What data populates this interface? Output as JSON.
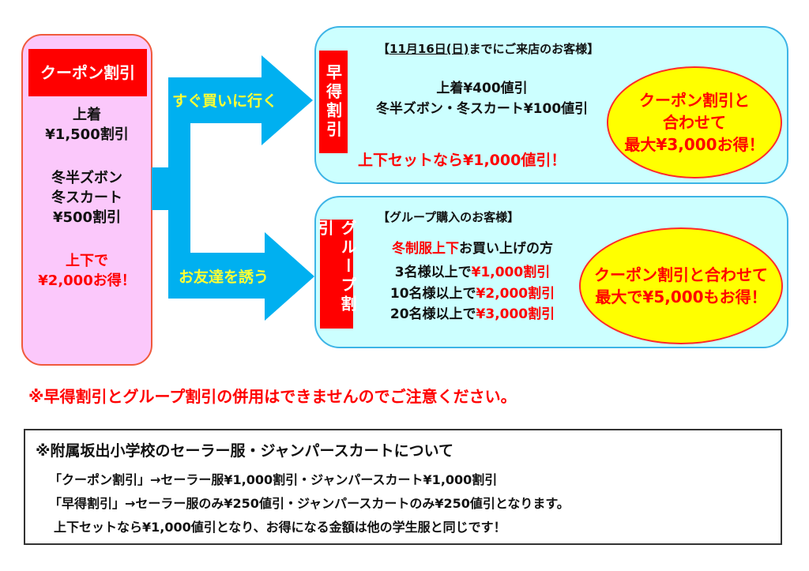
{
  "coupon": {
    "title": "クーポン割引",
    "jacket": "上着",
    "jacket_discount": "¥1,500割引",
    "pants": "冬半ズボン",
    "skirt": "冬スカート",
    "bottom_discount": "¥500割引",
    "set_line1": "上下で",
    "set_line2": "¥2,000お得！"
  },
  "arrows": {
    "top": "すぐ買いに行く",
    "bottom": "お友達を誘う"
  },
  "early": {
    "tag": "早得割引",
    "header_date": "11月16日(日)",
    "header_rest": "までにご来店のお客様",
    "open": "【",
    "close": "】",
    "line1": "上着¥400値引",
    "line2": "冬半ズボン・冬スカート¥100値引",
    "set": "上下セットなら¥1,000値引！",
    "bubble": [
      "クーポン割引と",
      "合わせて",
      "最大¥3,000お得！"
    ]
  },
  "group": {
    "tag": "グループ割引",
    "header": "【グループ購入のお客様】",
    "intro_red": "冬制服上下",
    "intro_rest": "お買い上げの方",
    "tiers": [
      {
        "label": "3名様以上で",
        "discount": "¥1,000割引"
      },
      {
        "label": "10名様以上で",
        "discount": "¥2,000割引"
      },
      {
        "label": "20名様以上で",
        "discount": "¥3,000割引"
      }
    ],
    "bubble": [
      "クーポン割引と合わせて",
      "最大で¥5,000もお得！"
    ]
  },
  "warning": "※早得割引とグループ割引の併用はできませんのでご注意ください。",
  "note": {
    "title": "※附属坂出小学校のセーラー服・ジャンパースカートについて",
    "lines": [
      "「クーポン割引」→セーラー服¥1,000割引・ジャンパースカート¥1,000割引",
      "「早得割引」→セーラー服のみ¥250値引・ジャンパースカートのみ¥250値引となります。",
      "上下セットなら¥1,000値引となり、お得になる金額は他の学生服と同じです！"
    ]
  },
  "colors": {
    "red": "#ff0000",
    "blue": "#00b0f0",
    "pink": "#fbc8fb",
    "cyan": "#ccffff",
    "yellow": "#ffff00"
  }
}
